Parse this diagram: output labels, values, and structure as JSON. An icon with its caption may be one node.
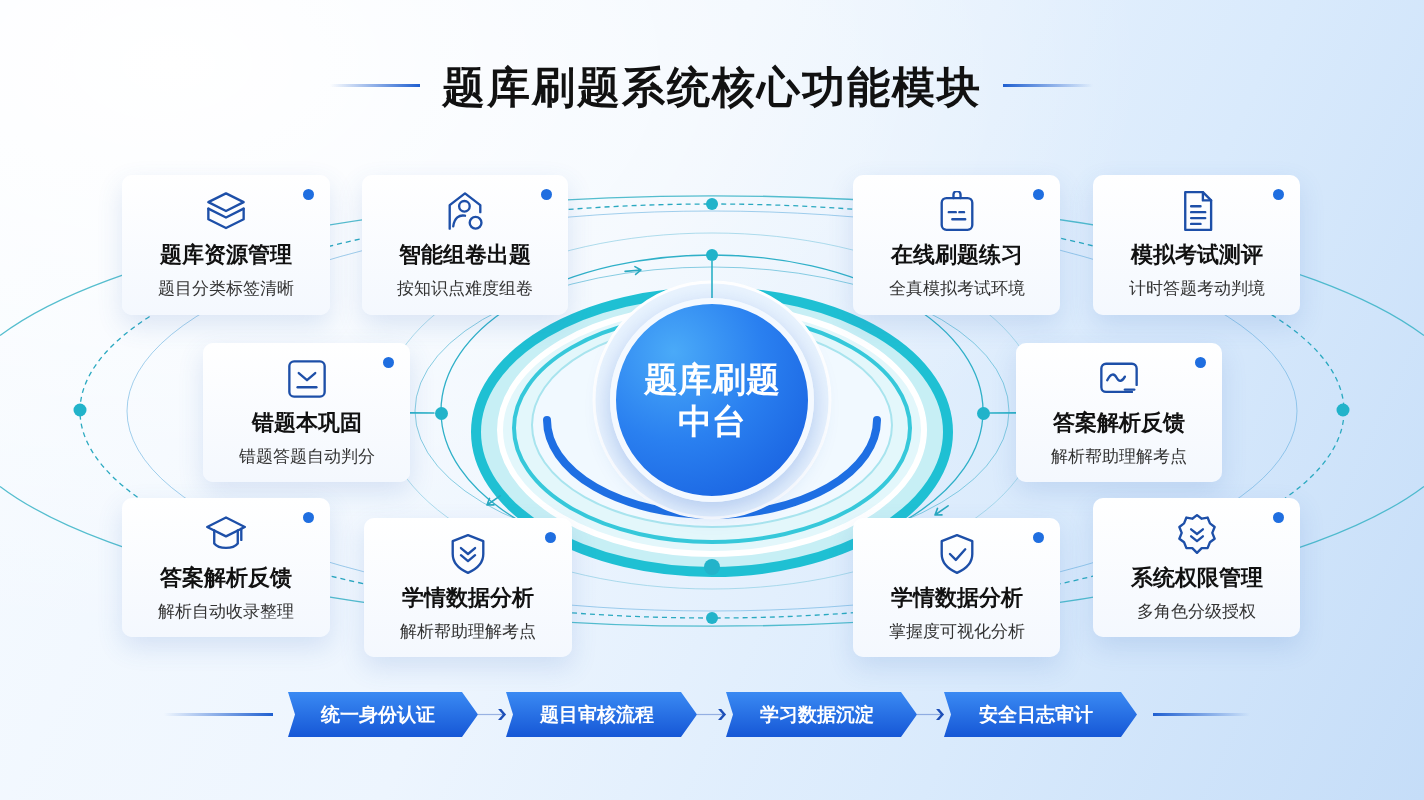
{
  "diagram": {
    "title": "题库刷题系统核心功能模块",
    "nodes": [
      {
        "text": [
          "题库资源管理",
          "题目分类标签清晰"
        ]
      },
      {
        "text": [
          "智能组卷出题",
          "按知识点难度组卷"
        ]
      },
      {
        "text": [
          "在线刷题练习",
          "全真模拟考试环境"
        ]
      },
      {
        "text": [
          "模拟考试测评",
          "计时答题考动判境"
        ]
      },
      {
        "text": [
          "错题本巩固",
          "错题答题自动判分"
        ]
      },
      {
        "text": [
          "题库刷题中台"
        ]
      },
      {
        "text": [
          "答案解析反馈",
          "解析帮助理解考点"
        ]
      },
      {
        "text": [
          "答案解析反馈",
          "解析自动收录整理"
        ]
      },
      {
        "text": [
          "学情数据分析",
          "解析帮助理解考点"
        ]
      },
      {
        "text": [
          "学情数据分析",
          "掌握度可视化分析"
        ]
      },
      {
        "text": [
          "系统权限管理",
          "多角色分级授权"
        ]
      },
      {
        "text": [
          "统一身份认证"
        ]
      },
      {
        "text": [
          "题目审核流程"
        ]
      },
      {
        "text": [
          "学习数据沉淀"
        ]
      },
      {
        "text": [
          "安全日志审计"
        ]
      },
      {
        "text": [],
        "shape": "circle"
      },
      {
        "text": [],
        "shape": "circle"
      },
      {
        "text": [],
        "shape": "circle"
      }
    ],
    "edges": [
      {
        "from": 4,
        "to": 16,
        "arrow": "none"
      },
      {
        "from": 17,
        "to": 6,
        "arrow": "none"
      },
      {
        "from": 15,
        "to": 5,
        "arrow": "none"
      },
      {
        "from": 11,
        "to": 12,
        "arrow": "to",
        "color": "#1d4fb8"
      },
      {
        "from": 12,
        "to": 13,
        "arrow": "to",
        "color": "#1d4fb8"
      },
      {
        "from": 13,
        "to": 14,
        "arrow": "to",
        "color": "#1d4fb8"
      }
    ]
  }
}
